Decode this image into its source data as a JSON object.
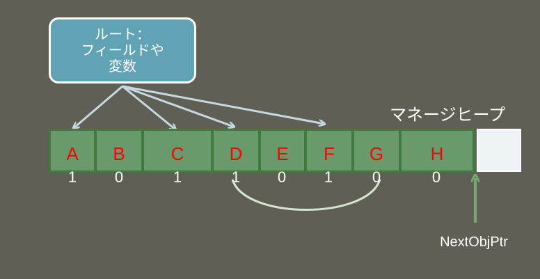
{
  "root_box": {
    "lines": [
      "ルート：",
      "フィールドや",
      "変数"
    ]
  },
  "heap_title": "マネージヒープ",
  "cells": [
    {
      "letter": "A",
      "mark": "1"
    },
    {
      "letter": "B",
      "mark": "0"
    },
    {
      "letter": "C",
      "mark": "1"
    },
    {
      "letter": "D",
      "mark": "1"
    },
    {
      "letter": "E",
      "mark": "0"
    },
    {
      "letter": "F",
      "mark": "1"
    },
    {
      "letter": "G",
      "mark": "0"
    },
    {
      "letter": "H",
      "mark": "0"
    }
  ],
  "next_pointer_label": "NextObjPtr",
  "colors": {
    "background": "#5f5f55",
    "root_fill": "#5fa3b4",
    "cell_fill": "#6a9a6c",
    "cell_border": "#3f7a3f",
    "letter": "#ff0000",
    "arrow": "#c8d8e0",
    "reference_arc": "#d6e6cf",
    "pointer_arrow": "#7aa874",
    "free_cell": "#eef3f5"
  }
}
